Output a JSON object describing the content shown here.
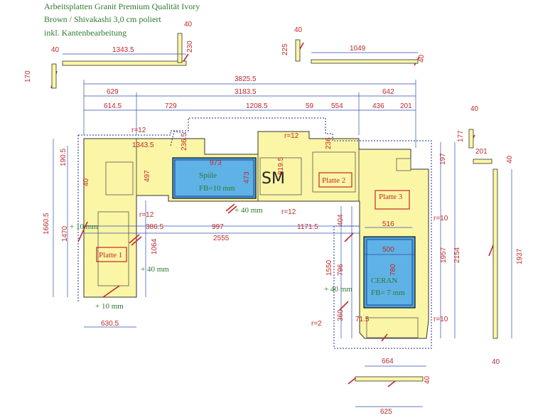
{
  "header": {
    "line1": "Arbeitsplatten Granit Premium Qualität Ivory",
    "line2": "Brown / Shivakashi 3,0 cm poliert",
    "line3": "inkl. Kantenbearbeitung"
  },
  "plates": {
    "p1": "Platte 1",
    "p2": "Platte 2",
    "p3": "Platte 3"
  },
  "sink": {
    "title": "Spüle",
    "fb": "FB=10 mm"
  },
  "ceran": {
    "title": "CERAN",
    "fb": "FB= 7 mm"
  },
  "marks": {
    "sm": "SM"
  },
  "edges": {
    "e40a": "+ 40 mm",
    "e40b": "+ 40 mm",
    "e40c": "+ 40 mm",
    "e10a": "+ 10 mm",
    "e10b": "+ 10 mm"
  },
  "radii": {
    "r1": "r=12",
    "r2": "r=12",
    "r3": "r=12",
    "r4": "r=12",
    "r5": "r=10",
    "r6": "r=10",
    "r7": "r=2"
  },
  "dims": {
    "d1343a": "1343.5",
    "d40a": "40",
    "d230": "230",
    "d40b": "40",
    "d170": "170",
    "d225": "225",
    "d40c": "40",
    "d1049": "1049",
    "d40d": "40",
    "d3825": "3825.5",
    "d629": "629",
    "d3183": "3183.5",
    "d642": "642",
    "d614": "614.5",
    "d729": "729",
    "d1208": "1208.5",
    "d59": "59",
    "d554": "554",
    "d436": "436",
    "d201a": "201",
    "d40e": "40",
    "d177": "177",
    "d201b": "201",
    "d40f": "40",
    "d1343b": "1343.5",
    "d236": "236.5",
    "d190": "190.5",
    "d40g": "40",
    "d497": "497",
    "d973": "973",
    "d473": "473",
    "d819": "819.5",
    "d236b": "236",
    "d197": "197",
    "d1660": "1660.5",
    "d1470": "1470",
    "d386": "386.5",
    "d997": "997",
    "d1171": "1171.5",
    "d2555": "2555",
    "d404": "404",
    "d516": "516",
    "d500": "500",
    "d1064": "1064",
    "d1550": "1550",
    "d796": "796",
    "d780": "780",
    "d1957": "1957",
    "d2154": "2154",
    "d1937": "1937",
    "d360": "360",
    "d715": "71.5",
    "d630": "630.5",
    "d664": "664",
    "d40h": "40",
    "d40i": "40",
    "d625": "625"
  }
}
